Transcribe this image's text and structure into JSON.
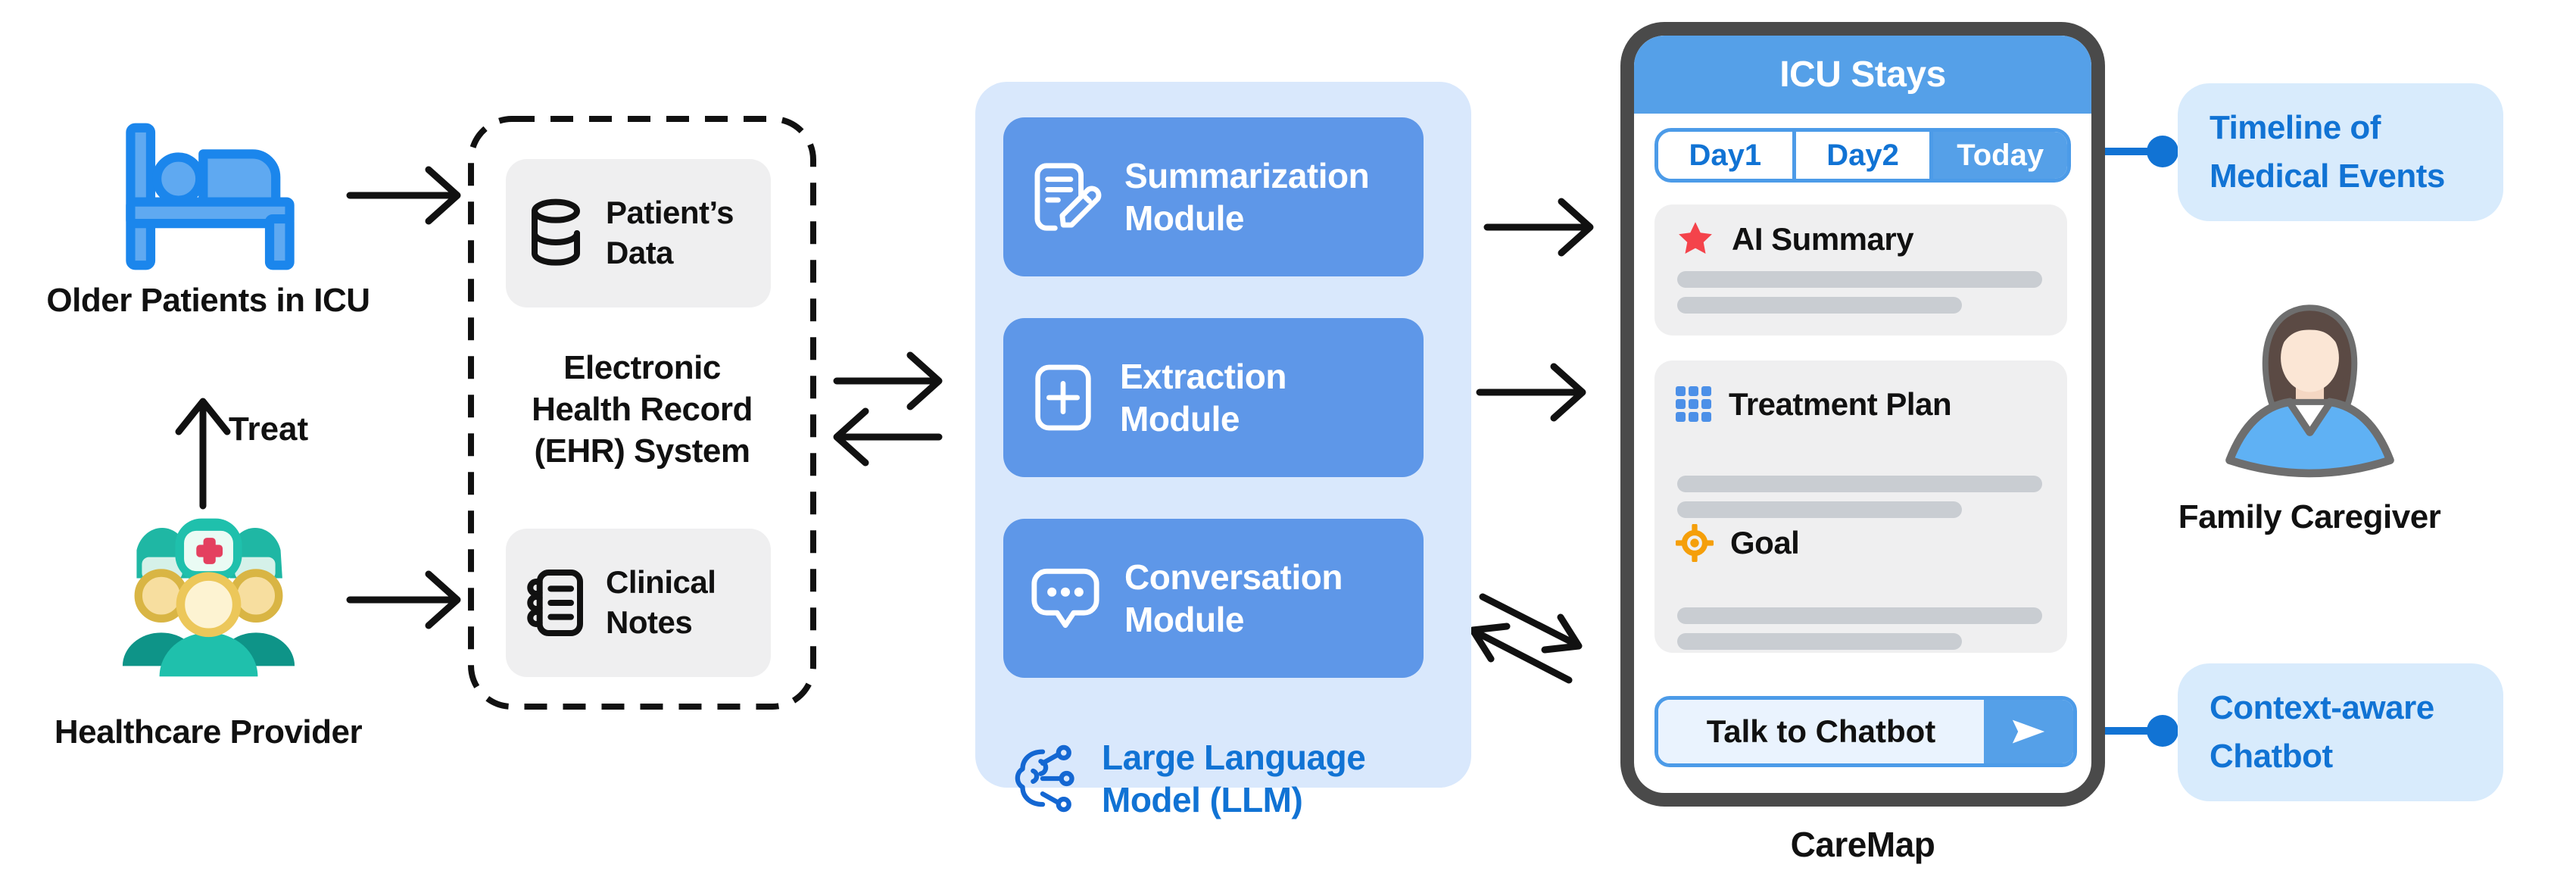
{
  "colors": {
    "module_box": "#5E97E8",
    "module_container": "#D9E8FC",
    "phone_accent": "#55A0E8",
    "blue_text": "#1173D4",
    "tab_border": "#4C9BE8",
    "card_gray": "#EFEFF0",
    "bar_gray": "#C9CDD2",
    "star_red": "#F4434B",
    "goal_orange": "#F59F0A",
    "grid_blue": "#4C90E8",
    "phone_border": "#4A4A4A",
    "callout_bg": "#D8EBFC",
    "chat_button_bg": "#EAF3FE",
    "bed_blue": "#1B86EC",
    "provider_teal": "#1FC0AC",
    "arrow_black": "#111111"
  },
  "actors": {
    "patients_label": "Older Patients in ICU",
    "treat_label": "Treat",
    "provider_label": "Healthcare Provider",
    "caregiver_label": "Family Caregiver"
  },
  "ehr": {
    "patients_data_label": "Patient’s Data",
    "clinical_notes_label": "Clinical Notes",
    "title_lines": [
      "Electronic",
      "Health Record",
      "(EHR) System"
    ]
  },
  "modules": {
    "items": [
      {
        "label": "Summarization Module",
        "icon": "document-edit-icon"
      },
      {
        "label": "Extraction Module",
        "icon": "plus-square-icon"
      },
      {
        "label": "Conversation Module",
        "icon": "chat-bubble-icon"
      }
    ],
    "llm_label": "Large Language Model (LLM)"
  },
  "phone": {
    "app_title": "ICU Stays",
    "tabs": [
      {
        "label": "Day1",
        "active": false
      },
      {
        "label": "Day2",
        "active": false
      },
      {
        "label": "Today",
        "active": true
      }
    ],
    "sections": {
      "ai_summary": "AI Summary",
      "treatment_plan": "Treatment Plan",
      "goal": "Goal"
    },
    "chat_button_label": "Talk to Chatbot",
    "device_label": "CareMap"
  },
  "callouts": {
    "timeline_lines": [
      "Timeline of",
      "Medical Events"
    ],
    "chatbot_lines": [
      "Context-aware",
      "Chatbot"
    ]
  }
}
